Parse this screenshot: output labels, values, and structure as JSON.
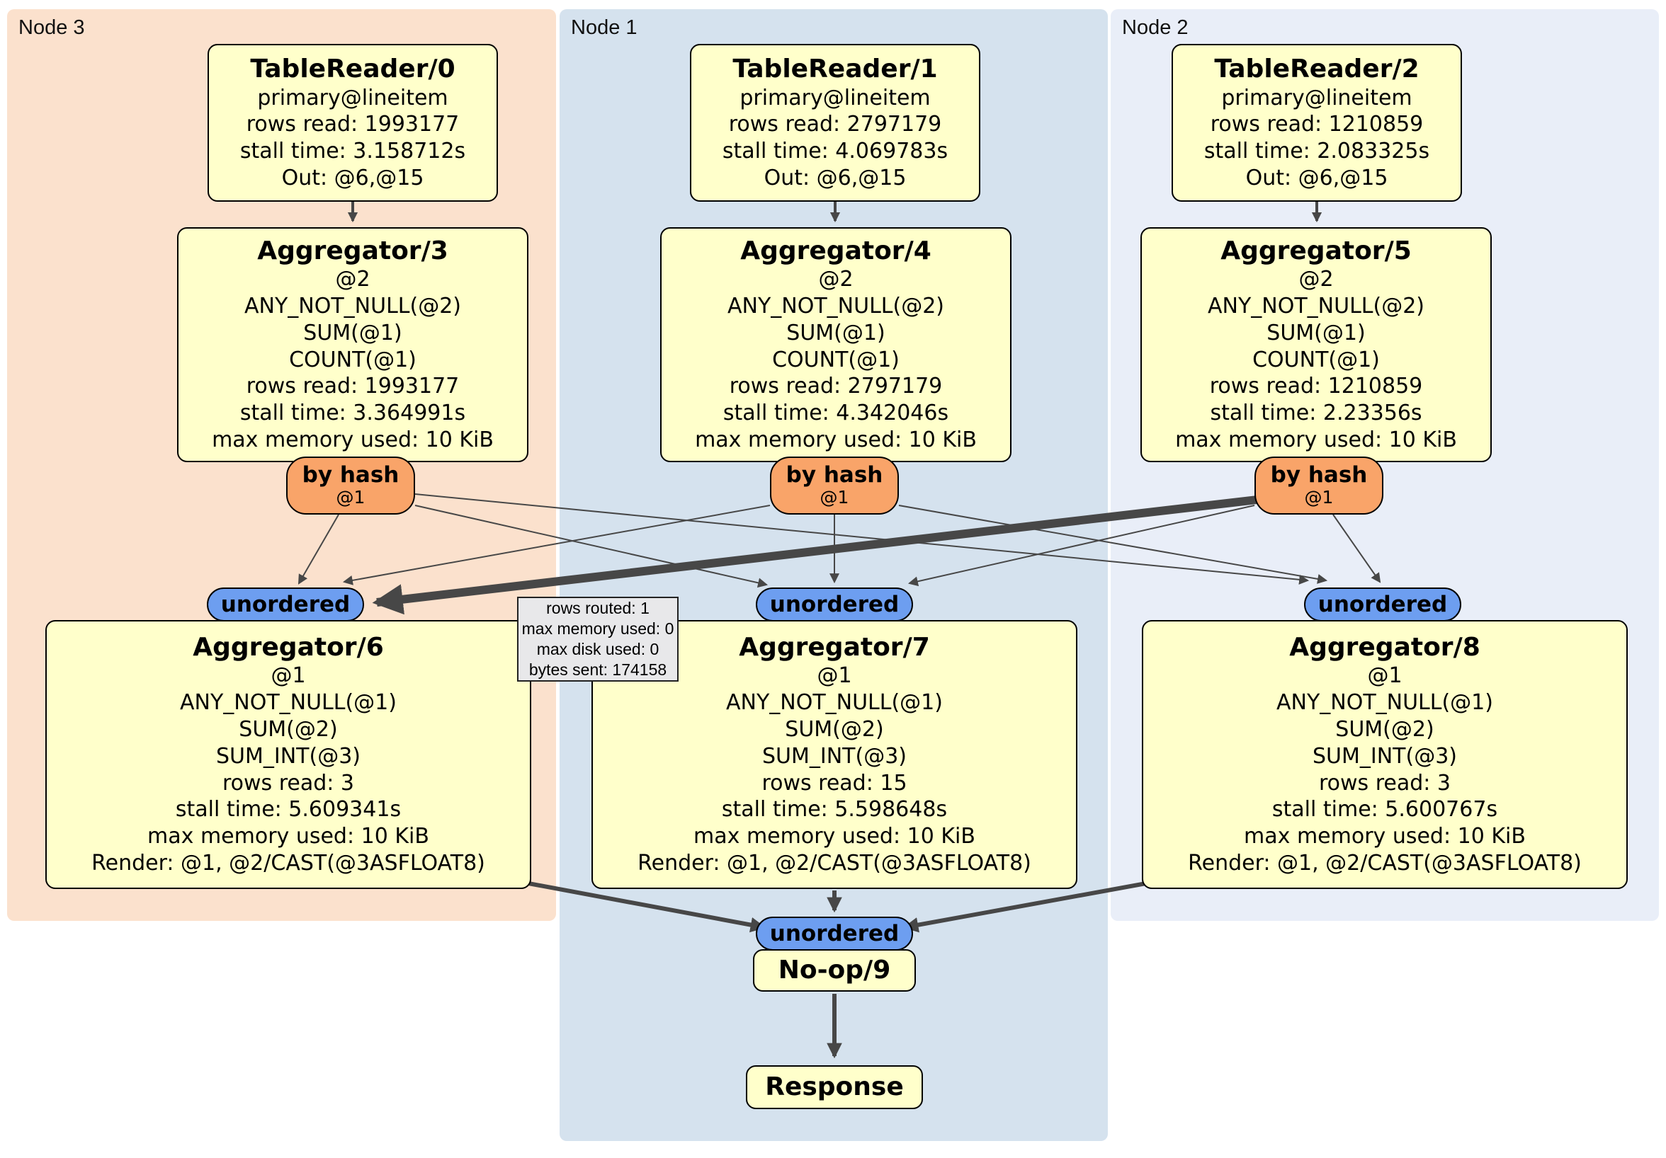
{
  "regions": [
    {
      "label": "Node 3"
    },
    {
      "label": "Node 1"
    },
    {
      "label": "Node 2"
    }
  ],
  "processors": {
    "tr0": {
      "title": "TableReader/0",
      "lines": [
        "primary@lineitem",
        "rows read: 1993177",
        "stall time: 3.158712s",
        "Out: @6,@15"
      ]
    },
    "tr1": {
      "title": "TableReader/1",
      "lines": [
        "primary@lineitem",
        "rows read: 2797179",
        "stall time: 4.069783s",
        "Out: @6,@15"
      ]
    },
    "tr2": {
      "title": "TableReader/2",
      "lines": [
        "primary@lineitem",
        "rows read: 1210859",
        "stall time: 2.083325s",
        "Out: @6,@15"
      ]
    },
    "agg3": {
      "title": "Aggregator/3",
      "lines": [
        "@2",
        "ANY_NOT_NULL(@2)",
        "SUM(@1)",
        "COUNT(@1)",
        "rows read: 1993177",
        "stall time: 3.364991s",
        "max memory used: 10 KiB"
      ]
    },
    "agg4": {
      "title": "Aggregator/4",
      "lines": [
        "@2",
        "ANY_NOT_NULL(@2)",
        "SUM(@1)",
        "COUNT(@1)",
        "rows read: 2797179",
        "stall time: 4.342046s",
        "max memory used: 10 KiB"
      ]
    },
    "agg5": {
      "title": "Aggregator/5",
      "lines": [
        "@2",
        "ANY_NOT_NULL(@2)",
        "SUM(@1)",
        "COUNT(@1)",
        "rows read: 1210859",
        "stall time: 2.23356s",
        "max memory used: 10 KiB"
      ]
    },
    "agg6": {
      "title": "Aggregator/6",
      "lines": [
        "@1",
        "ANY_NOT_NULL(@1)",
        "SUM(@2)",
        "SUM_INT(@3)",
        "rows read: 3",
        "stall time: 5.609341s",
        "max memory used: 10 KiB",
        "Render: @1, @2/CAST(@3ASFLOAT8)"
      ]
    },
    "agg7": {
      "title": "Aggregator/7",
      "lines": [
        "@1",
        "ANY_NOT_NULL(@1)",
        "SUM(@2)",
        "SUM_INT(@3)",
        "rows read: 15",
        "stall time: 5.598648s",
        "max memory used: 10 KiB",
        "Render: @1, @2/CAST(@3ASFLOAT8)"
      ]
    },
    "agg8": {
      "title": "Aggregator/8",
      "lines": [
        "@1",
        "ANY_NOT_NULL(@1)",
        "SUM(@2)",
        "SUM_INT(@3)",
        "rows read: 3",
        "stall time: 5.600767s",
        "max memory used: 10 KiB",
        "Render: @1, @2/CAST(@3ASFLOAT8)"
      ]
    },
    "noop": {
      "title": "No-op/9"
    },
    "response": {
      "title": "Response"
    }
  },
  "routers": {
    "label": "by hash",
    "stream": "@1"
  },
  "synchronizers": {
    "label": "unordered"
  },
  "tooltip": {
    "lines": [
      "rows routed: 1",
      "max memory used: 0",
      "max disk used: 0",
      "bytes sent: 174158"
    ]
  },
  "colors": {
    "node3_bg": "#fbe1cd",
    "node1_bg": "#d5e2ee",
    "node2_bg": "#e9eef8",
    "processor_bg": "#ffffcb",
    "router_bg": "#f9a469",
    "sync_bg": "#6d9ef0",
    "tooltip_bg": "#e8e8ea",
    "edge": "#474747"
  }
}
